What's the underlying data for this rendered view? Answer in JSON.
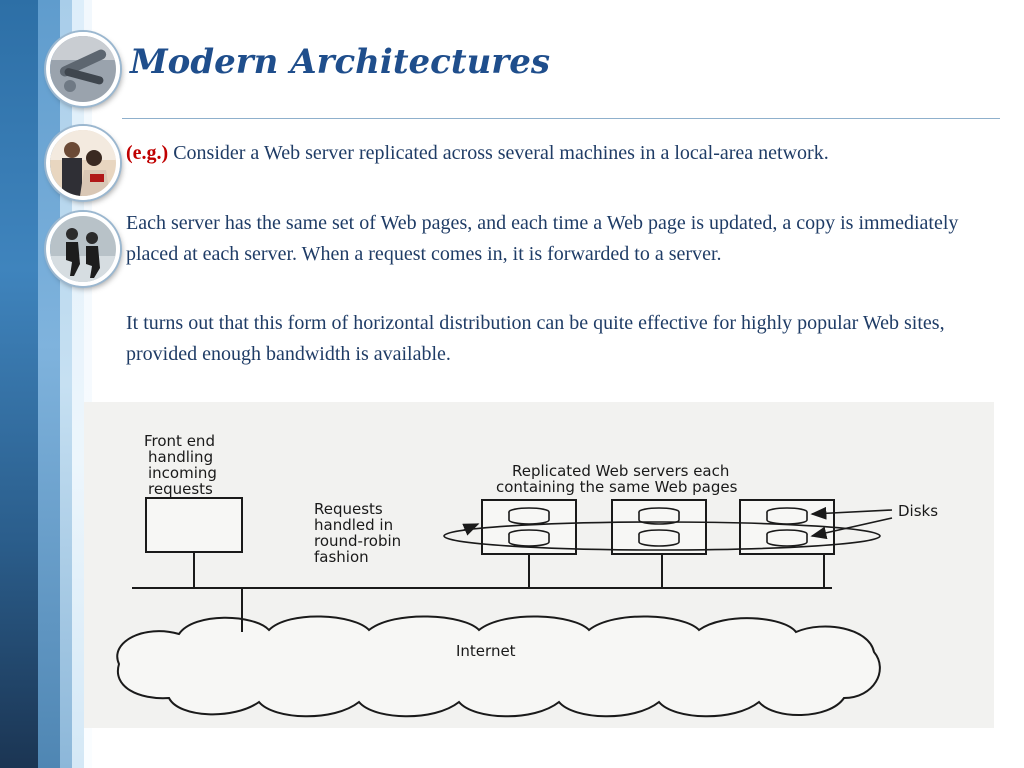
{
  "slide": {
    "title": "Modern Architectures",
    "bullets": [
      {
        "prefix": "(e.g.)",
        "text": " Consider a Web server replicated across several machines in a local-area network."
      },
      {
        "text": "Each server has the same set of Web pages, and each time a Web page is updated, a copy is immediately placed at each server. When a request comes in, it is forwarded to a server."
      },
      {
        "text": "It turns out that this form of horizontal distribution can be quite effective for highly popular Web sites, provided enough bandwidth is available."
      }
    ]
  },
  "figure": {
    "front_end_label": [
      "Front end",
      "handling",
      "incoming",
      "requests"
    ],
    "replicated_label": [
      "Replicated Web servers each",
      "containing the same Web pages"
    ],
    "requests_label": [
      "Requests",
      "handled in",
      "round-robin",
      "fashion"
    ],
    "disks_label": "Disks",
    "internet_label": "Internet"
  },
  "colors": {
    "title": "#1f4e8c",
    "body_text": "#1f3c66",
    "example_tag": "#c00000"
  }
}
